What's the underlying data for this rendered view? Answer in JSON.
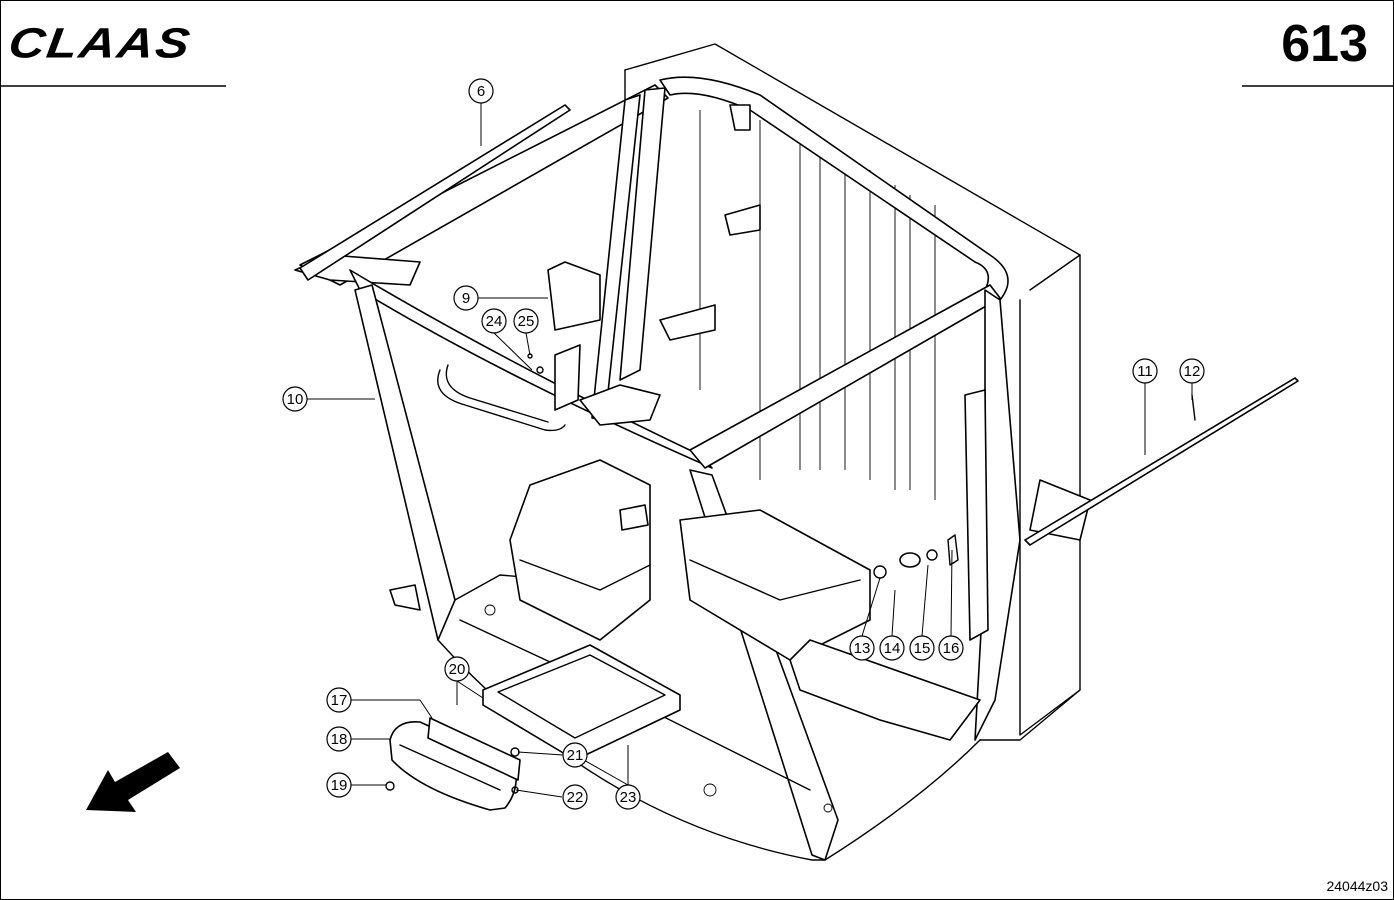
{
  "header": {
    "brand": "CLAAS",
    "page_number": "613"
  },
  "footer": {
    "drawing_code": "24044z03"
  },
  "callouts": [
    "6",
    "9",
    "10",
    "11",
    "12",
    "13",
    "14",
    "15",
    "16",
    "17",
    "18",
    "19",
    "20",
    "21",
    "22",
    "23",
    "24",
    "25"
  ],
  "icons": {
    "direction_arrow": "arrow-down-left-icon"
  },
  "colors": {
    "ink": "#000000",
    "paper": "#ffffff"
  }
}
